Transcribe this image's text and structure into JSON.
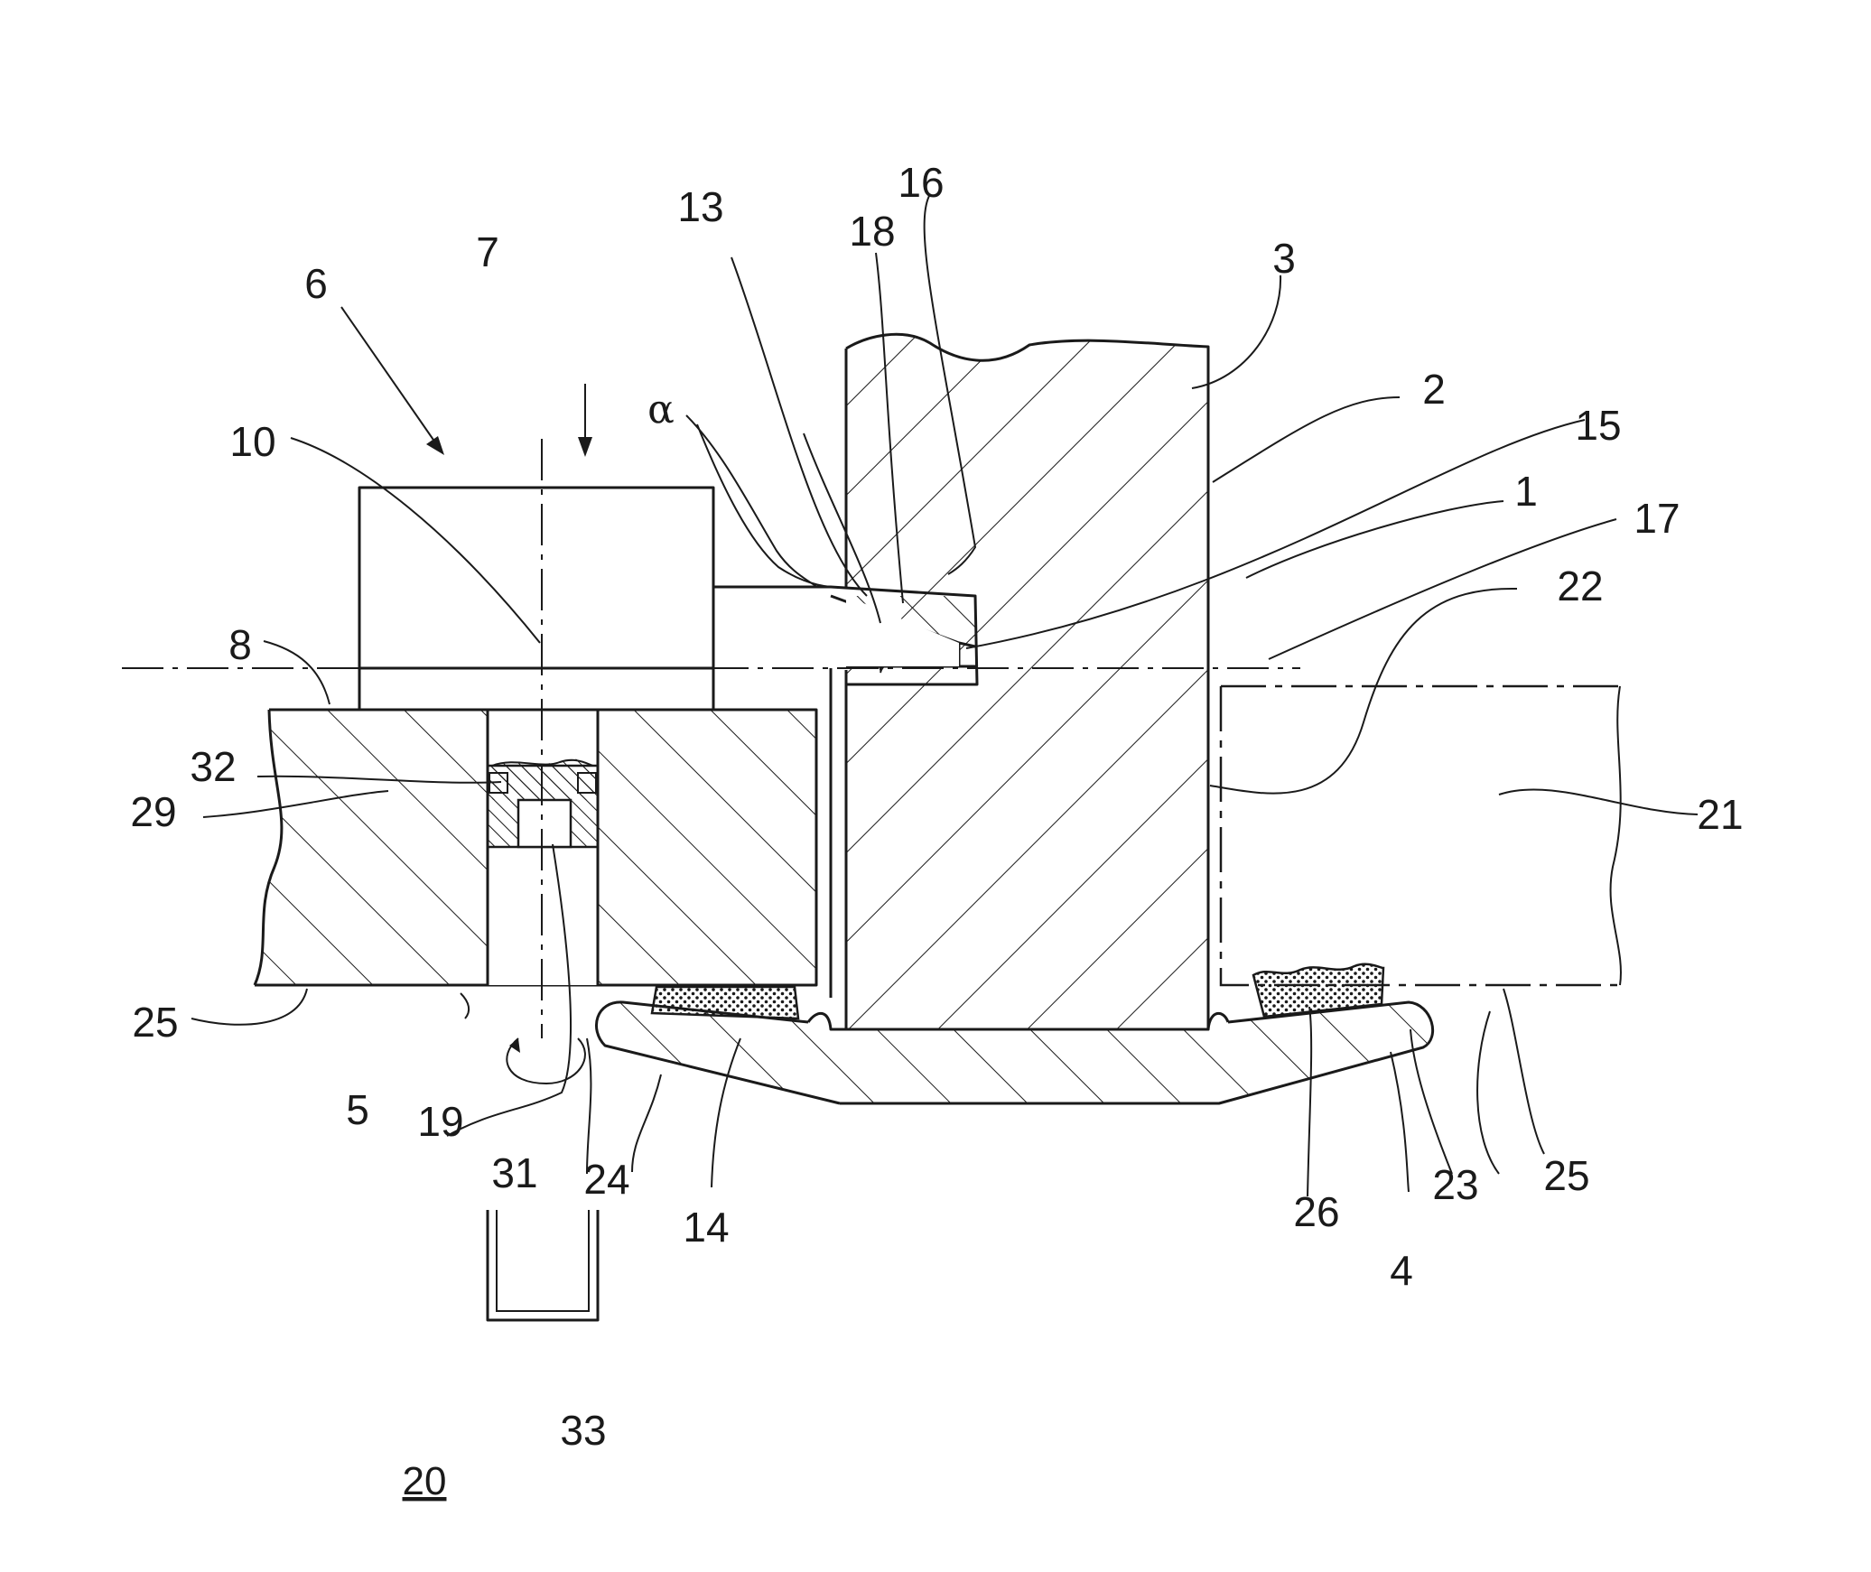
{
  "figure": {
    "number": "20"
  },
  "symbols": {
    "angle": "α"
  },
  "labels": {
    "l1": "1",
    "l2": "2",
    "l3": "3",
    "l4": "4",
    "l5": "5",
    "l6": "6",
    "l7": "7",
    "l8": "8",
    "l10": "10",
    "l13": "13",
    "l14": "14",
    "l15": "15",
    "l16": "16",
    "l17": "17",
    "l18": "18",
    "l19": "19",
    "l21": "21",
    "l22": "22",
    "l23": "23",
    "l24": "24",
    "l25_left": "25",
    "l25_right": "25",
    "l26": "26",
    "l29": "29",
    "l31": "31",
    "l32": "32",
    "l33": "33"
  }
}
